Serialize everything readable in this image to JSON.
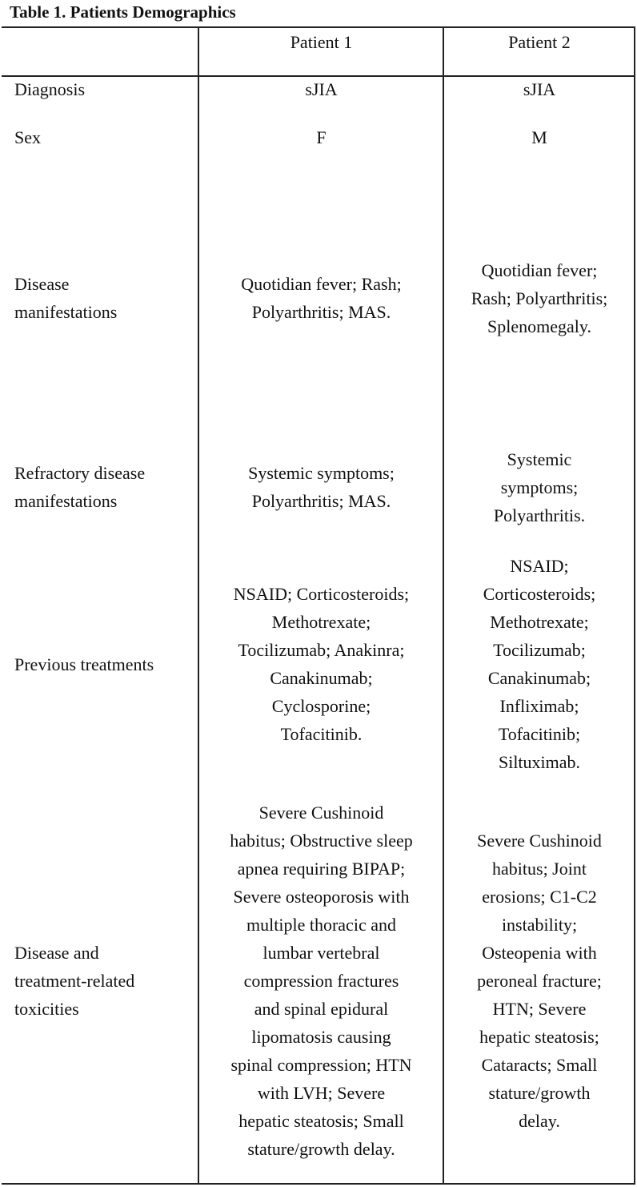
{
  "caption": "Table 1. Patients Demographics",
  "headers": [
    "",
    "Patient 1",
    "Patient 2"
  ],
  "rows": [
    {
      "label": [
        "Diagnosis"
      ],
      "p1": [
        "sJIA"
      ],
      "p2": [
        "sJIA"
      ]
    },
    {
      "label": [
        "Sex"
      ],
      "p1": [
        "F"
      ],
      "p2": [
        "M"
      ]
    },
    {
      "label": [
        "Disease",
        "manifestations"
      ],
      "p1": [
        "Quotidian fever; Rash;",
        "Polyarthritis; MAS."
      ],
      "p2": [
        "Quotidian fever;",
        "Rash; Polyarthritis;",
        "Splenomegaly."
      ]
    },
    {
      "label": [
        "Refractory disease",
        "manifestations"
      ],
      "p1": [
        "Systemic symptoms;",
        "Polyarthritis; MAS."
      ],
      "p2": [
        "Systemic",
        "symptoms;",
        "Polyarthritis."
      ]
    },
    {
      "label": [
        "Previous treatments"
      ],
      "p1": [
        "NSAID; Corticosteroids;",
        "Methotrexate;",
        "Tocilizumab; Anakinra;",
        "Canakinumab;",
        "Cyclosporine;",
        "Tofacitinib."
      ],
      "p2": [
        "NSAID;",
        "Corticosteroids;",
        "Methotrexate;",
        "Tocilizumab;",
        "Canakinumab;",
        "Infliximab;",
        "Tofacitinib;",
        "Siltuximab."
      ]
    },
    {
      "label": [
        "Disease and",
        "treatment-related",
        "toxicities"
      ],
      "p1": [
        "Severe Cushinoid",
        "habitus; Obstructive sleep",
        "apnea requiring BIPAP;",
        "Severe osteoporosis with",
        "multiple thoracic and",
        "lumbar vertebral",
        "compression fractures",
        "and spinal epidural",
        "lipomatosis causing",
        "spinal compression; HTN",
        "with LVH; Severe",
        "hepatic steatosis; Small",
        "stature/growth delay."
      ],
      "p2": [
        "Severe Cushinoid",
        "habitus; Joint",
        "erosions; C1-C2",
        "instability;",
        "Osteopenia with",
        "peroneal fracture;",
        "HTN; Severe",
        "hepatic steatosis;",
        "Cataracts; Small",
        "stature/growth",
        "delay."
      ]
    }
  ]
}
